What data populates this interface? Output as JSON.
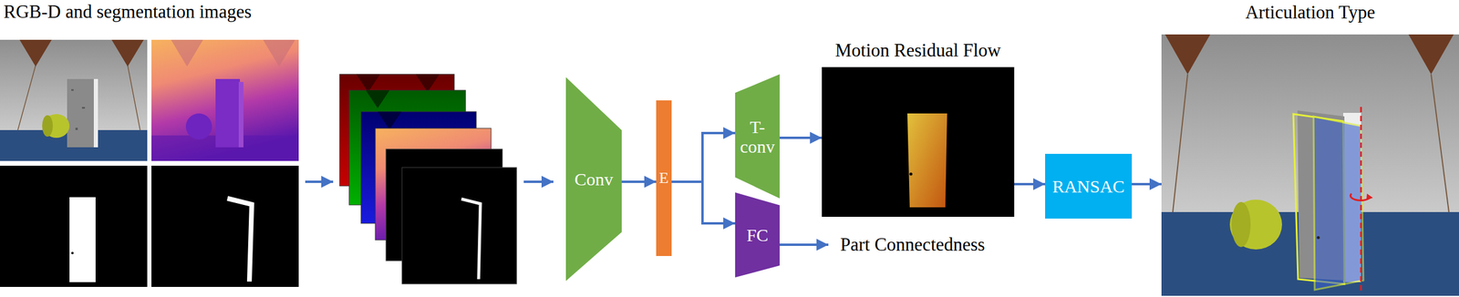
{
  "diagram": {
    "nodes": [
      {
        "text": [
          "RGB-D and segmentation images"
        ]
      },
      {
        "text": [
          "Conv"
        ]
      },
      {
        "text": [
          "E"
        ]
      },
      {
        "text": [
          "T-conv"
        ]
      },
      {
        "text": [
          "FC"
        ]
      },
      {
        "text": [
          "Motion Residual Flow"
        ]
      },
      {
        "text": [
          "Part Connectedness"
        ]
      },
      {
        "text": [
          "RANSAC"
        ]
      },
      {
        "text": [
          "Articulation Type"
        ]
      }
    ],
    "edges": [
      {
        "from": 1,
        "to": 2,
        "arrow": "to"
      },
      {
        "from": 2,
        "to": 3,
        "arrow": "to"
      },
      {
        "from": 2,
        "to": 4,
        "arrow": "to"
      },
      {
        "from": 3,
        "to": 5,
        "arrow": "to"
      },
      {
        "from": 4,
        "to": 6,
        "arrow": "to"
      },
      {
        "from": 5,
        "to": 7,
        "arrow": "to"
      },
      {
        "from": 7,
        "to": 8,
        "arrow": "to"
      }
    ]
  }
}
